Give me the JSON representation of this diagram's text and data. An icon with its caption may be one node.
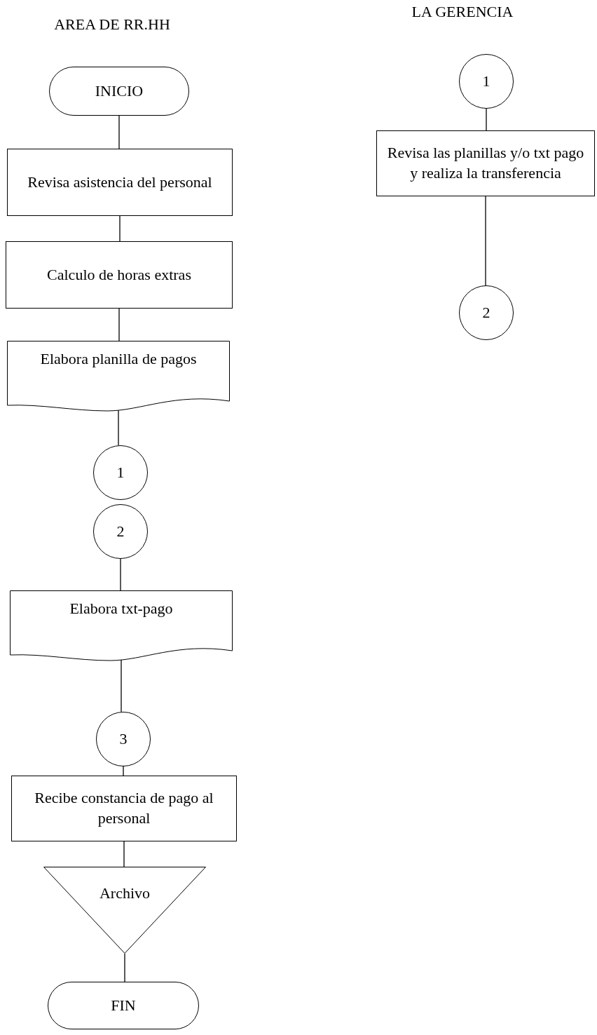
{
  "diagram": {
    "nodes": [
      {
        "text": [
          "INICIO"
        ]
      },
      {
        "text": [
          "Revisa asistencia del personal"
        ]
      },
      {
        "text": [
          "Calculo de horas extras"
        ]
      },
      {
        "text": [
          "Elabora planilla de pagos"
        ]
      },
      {
        "text": [
          "1"
        ]
      },
      {
        "text": [
          "2"
        ]
      },
      {
        "text": [
          "Elabora txt-pago"
        ]
      },
      {
        "text": [
          "3"
        ]
      },
      {
        "text": [
          "Recibe constancia de pago al personal"
        ]
      },
      {
        "text": [
          "Archivo"
        ]
      },
      {
        "text": [
          "FIN"
        ]
      },
      {
        "text": [
          "1"
        ]
      },
      {
        "text": [
          "Revisa las planillas y/o txt pago y realiza la transferencia"
        ]
      },
      {
        "text": [
          "2"
        ]
      }
    ],
    "edges": [
      {
        "from": 0,
        "to": 1,
        "arrow": "none"
      },
      {
        "from": 1,
        "to": 2,
        "arrow": "none"
      },
      {
        "from": 2,
        "to": 3,
        "arrow": "none"
      },
      {
        "from": 3,
        "to": 4,
        "arrow": "none"
      },
      {
        "from": 5,
        "to": 6,
        "arrow": "none"
      },
      {
        "from": 6,
        "to": 7,
        "arrow": "none"
      },
      {
        "from": 7,
        "to": 8,
        "arrow": "none"
      },
      {
        "from": 8,
        "to": 9,
        "arrow": "none"
      },
      {
        "from": 9,
        "to": 10,
        "arrow": "none"
      },
      {
        "from": 11,
        "to": 12,
        "arrow": "none"
      },
      {
        "from": 12,
        "to": 13,
        "arrow": "none"
      }
    ],
    "labels": [
      "AREA DE RR.HH",
      "LA GERENCIA"
    ]
  }
}
